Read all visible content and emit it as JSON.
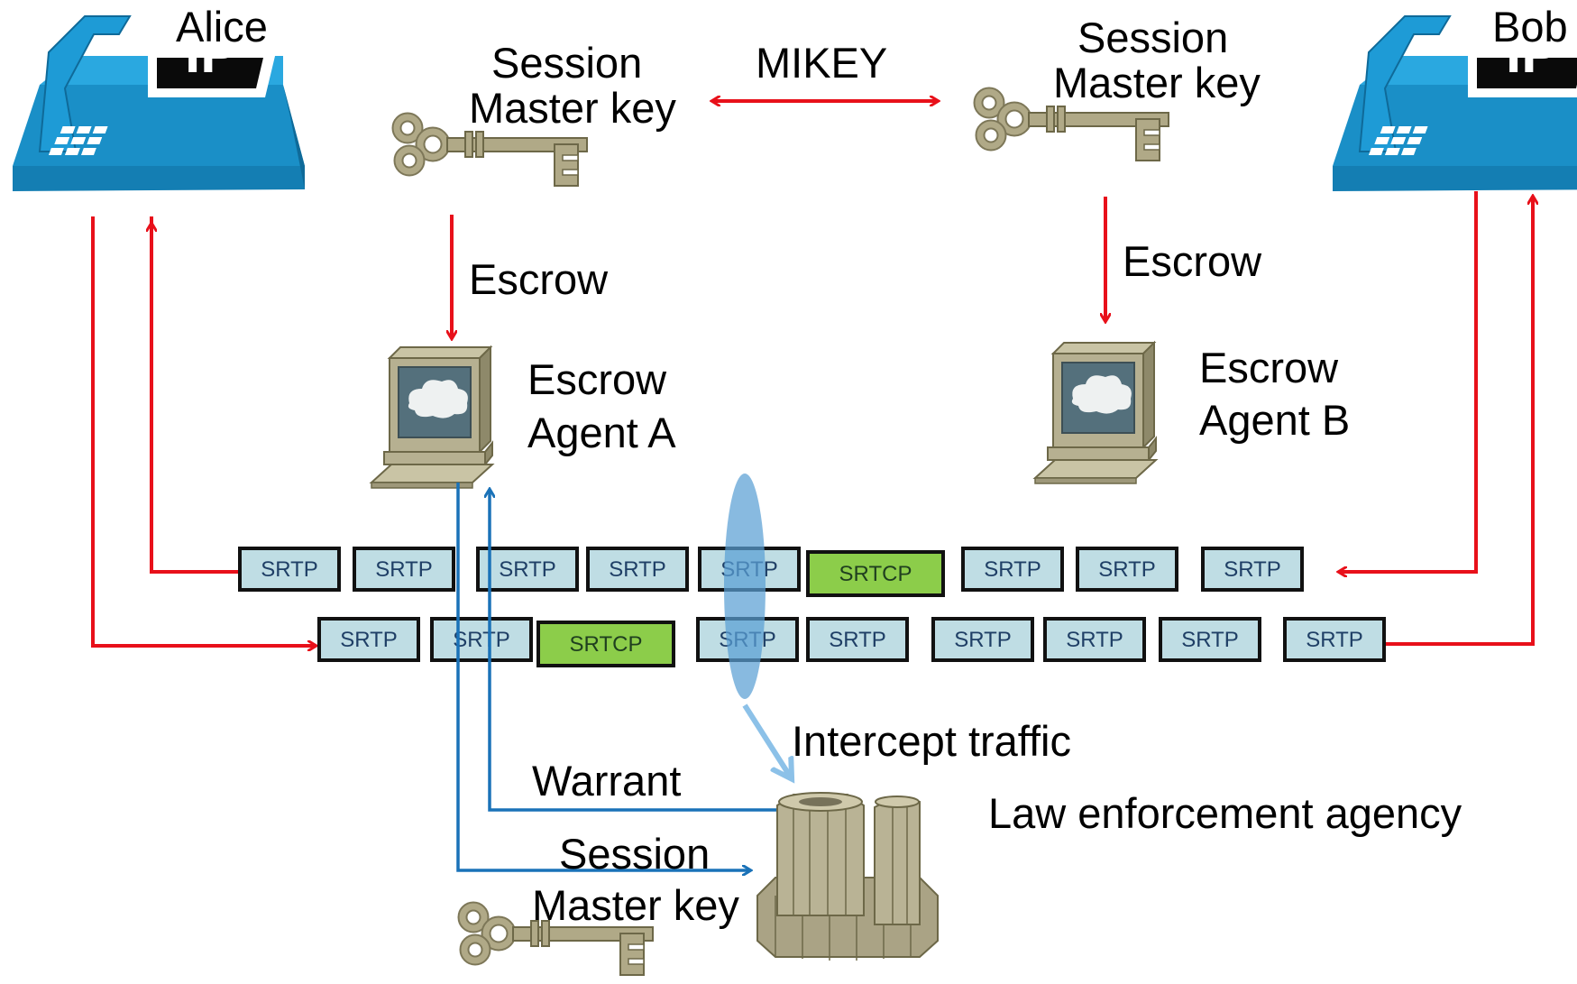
{
  "labels": {
    "alice": "Alice",
    "bob": "Bob",
    "phone_text": "IP",
    "session_key_a_line1": "Session",
    "session_key_a_line2": "Master key",
    "session_key_b_line1": "Session",
    "session_key_b_line2": "Master key",
    "mikey": "MIKEY",
    "escrow_a": "Escrow",
    "escrow_b": "Escrow",
    "agent_a_line1": "Escrow",
    "agent_a_line2": "Agent A",
    "agent_b_line1": "Escrow",
    "agent_b_line2": "Agent B",
    "intercept": "Intercept traffic",
    "warrant": "Warrant",
    "lea_key_line1": "Session",
    "lea_key_line2": "Master key",
    "lea": "Law enforcement agency"
  },
  "packets": {
    "row1": [
      "SRTP",
      "SRTP",
      "SRTP",
      "SRTP",
      "SRTP",
      "SRTCP",
      "SRTP",
      "SRTP",
      "SRTP"
    ],
    "row2": [
      "SRTP",
      "SRTP",
      "SRTCP",
      "SRTP",
      "SRTP",
      "SRTP",
      "SRTP",
      "SRTP",
      "SRTP"
    ]
  },
  "colors": {
    "red_arrow": "#e8101a",
    "blue_arrow": "#1a72b8",
    "srtp_fill": "#bfdde4",
    "srtcp_fill": "#8ccd4a",
    "phone": "#1e9bd6",
    "key": "#a7a081",
    "intercept_ellipse": "#5a9fd4"
  },
  "icons": [
    "ip-phone-icon",
    "key-icon",
    "computer-icon",
    "building-icon"
  ]
}
